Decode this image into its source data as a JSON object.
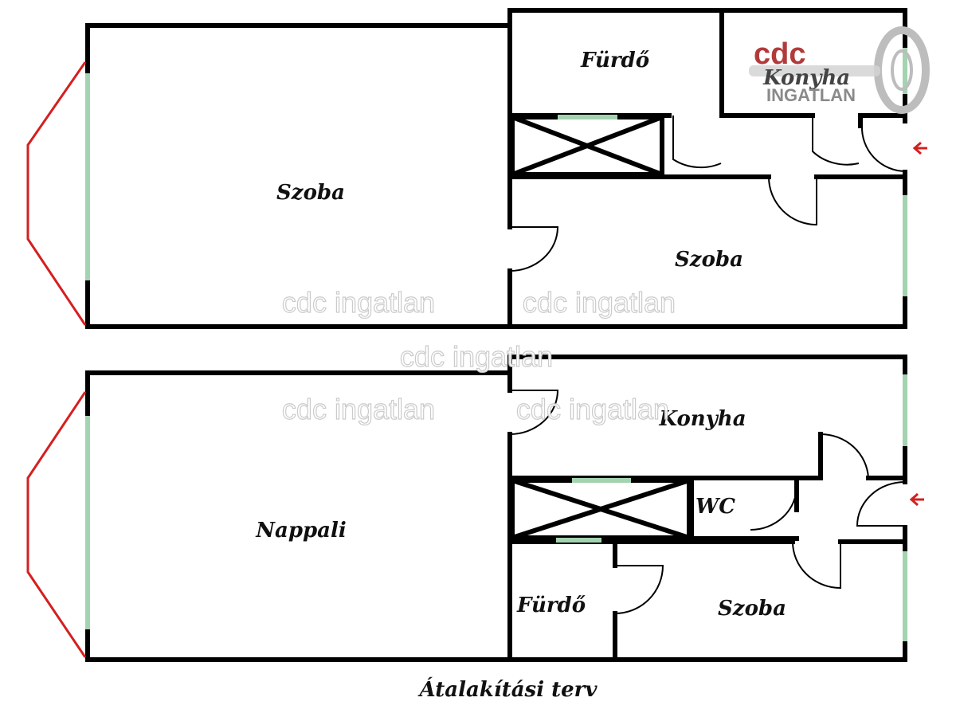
{
  "plan_top": {
    "rooms": {
      "szoba_left": "Szoba",
      "furdo": "Fürdő",
      "konyha": "Konyha",
      "szoba_right": "Szoba"
    }
  },
  "plan_bottom": {
    "rooms": {
      "nappali": "Nappali",
      "konyha": "Konyha",
      "wc": "WC",
      "furdo": "Fürdő",
      "szoba": "Szoba"
    }
  },
  "caption": "Átalakítási terv",
  "watermarks": [
    "cdc ingatlan",
    "cdc ingatlan",
    "cdc ingatlan",
    "cdc ingatlan",
    "cdc ingatlan"
  ],
  "logo": {
    "brand": "cdc",
    "sub": "INGATLAN"
  },
  "colors": {
    "wall": "#000000",
    "window": "#a3d3b0",
    "bay_window": "#d42020",
    "entrance_arrow": "#d42020",
    "logo_brand": "#b23a3a"
  }
}
